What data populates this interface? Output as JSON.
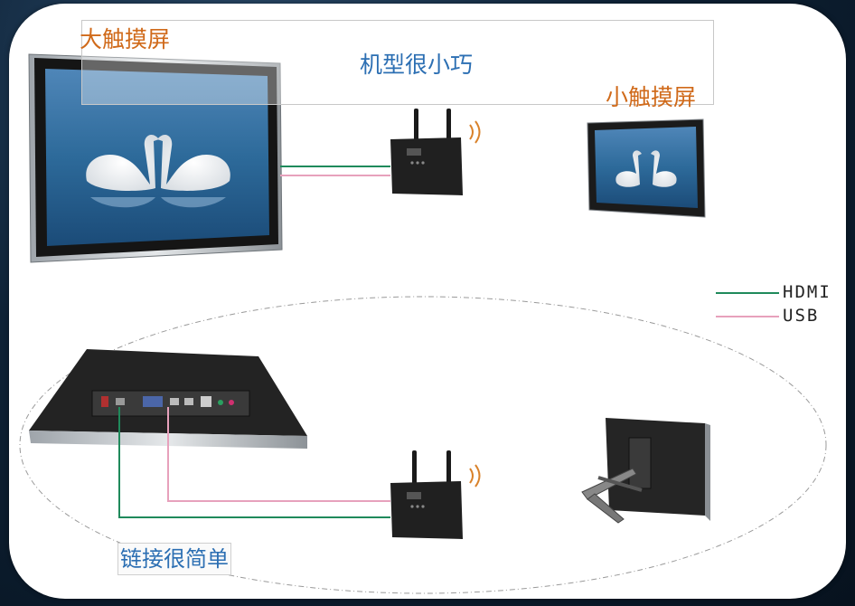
{
  "labels": {
    "big_screen": "大触摸屏",
    "small_size": "机型很小巧",
    "small_screen": "小触摸屏",
    "simple_connect": "链接很简单"
  },
  "legend": {
    "hdmi": "HDMI",
    "usb": "USB"
  },
  "colors": {
    "background": "#0e2236",
    "card": "#ffffff",
    "hdmi_line": "#1f8a5b",
    "usb_line": "#e7a1bc",
    "orange_text": "#d06a1a",
    "blue_text": "#2c6fb3"
  }
}
